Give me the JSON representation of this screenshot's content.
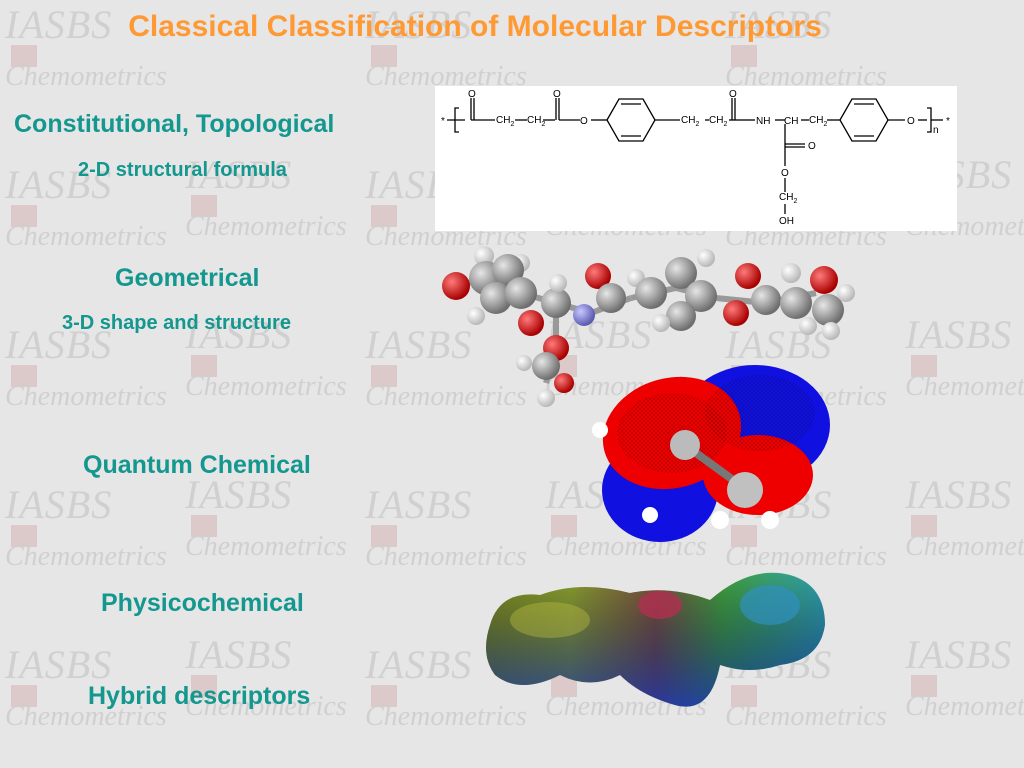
{
  "title": "Classical Classification of Molecular Descriptors",
  "watermark": {
    "mark": "IASBS",
    "sub": "Chemometrics"
  },
  "categories": [
    {
      "label": "Constitutional, Topological",
      "sub": "2-D structural formula"
    },
    {
      "label": "Geometrical",
      "sub": "3-D shape and structure"
    },
    {
      "label": "Quantum Chemical"
    },
    {
      "label": "Physicochemical"
    },
    {
      "label": "Hybrid descriptors"
    }
  ],
  "formula": {
    "star": "*",
    "o": "O",
    "ch2": "CH",
    "two": "2",
    "nh": "NH",
    "ch": "CH",
    "oh": "OH",
    "n": "n"
  },
  "colors": {
    "title": "#ff9933",
    "label": "#13978e",
    "background": "#e6e6e6"
  }
}
